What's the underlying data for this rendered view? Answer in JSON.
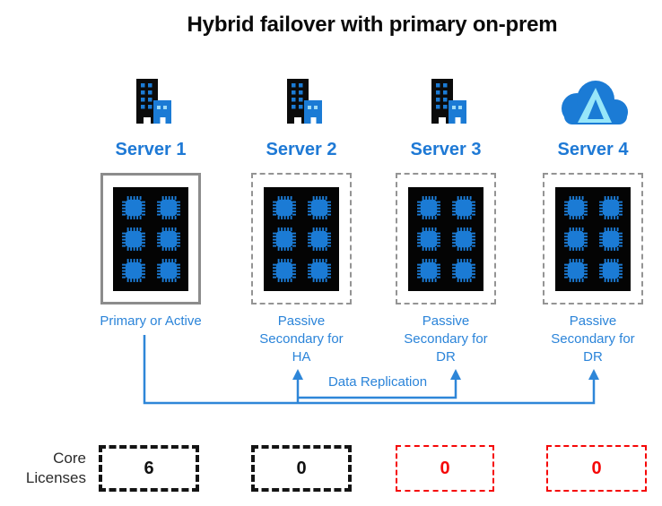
{
  "title": "Hybrid failover with primary on-prem",
  "replication": {
    "label": "Data Replication"
  },
  "core_licenses_label": {
    "line1": "Core",
    "line2": "Licenses"
  },
  "servers": [
    {
      "name": "Server 1",
      "icon": "office-building-icon",
      "role": "Primary or Active",
      "box_style": "solid-gray",
      "cores_shown": 6,
      "license_count": "6",
      "license_style": "black"
    },
    {
      "name": "Server 2",
      "icon": "office-building-icon",
      "role": "Passive Secondary for HA",
      "box_style": "dashed-gray",
      "cores_shown": 6,
      "license_count": "0",
      "license_style": "black"
    },
    {
      "name": "Server 3",
      "icon": "office-building-icon",
      "role": "Passive Secondary for DR",
      "box_style": "dashed-gray",
      "cores_shown": 6,
      "license_count": "0",
      "license_style": "red"
    },
    {
      "name": "Server 4",
      "icon": "azure-cloud-icon",
      "role": "Passive Secondary for DR",
      "box_style": "dashed-gray",
      "cores_shown": 6,
      "license_count": "0",
      "license_style": "red"
    }
  ],
  "colors": {
    "icon_blue": "#1b7bd5",
    "label_blue": "#2b84d9",
    "server_name_blue": "#1e79d5",
    "arrow_blue": "#2e86d8",
    "license_red": "#f50707",
    "license_black": "#141414",
    "solid_box_gray": "#8c8c8c",
    "dashed_box_gray": "#949494",
    "panel_black": "#040404",
    "azure_logo_cyan": "#97e6f9"
  }
}
